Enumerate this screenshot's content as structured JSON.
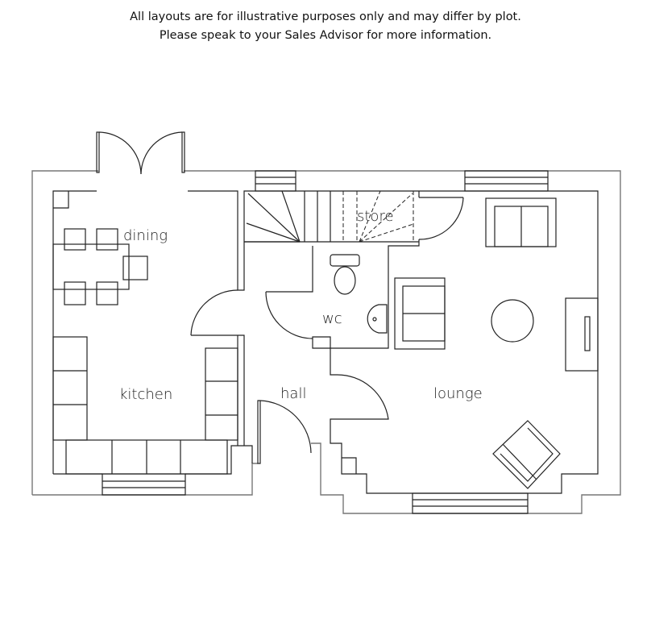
{
  "disclaimer": {
    "line1": "All layouts are for illustrative purposes only and may differ by plot.",
    "line2": "Please speak to your Sales Advisor for more information."
  },
  "rooms": {
    "dining": "dining",
    "kitchen": "kitchen",
    "hall": "hall",
    "store": "store",
    "wc": "wc",
    "lounge": "lounge"
  }
}
